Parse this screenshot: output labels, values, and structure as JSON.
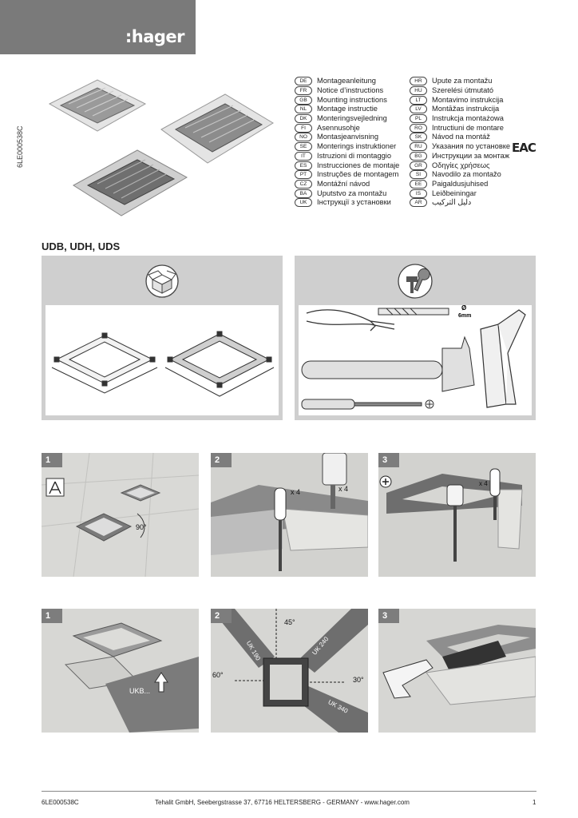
{
  "brand": {
    "logo_text": ":hager"
  },
  "document_code": "6LE000538C",
  "languages_left": [
    {
      "code": "DE",
      "label": "Montageanleitung"
    },
    {
      "code": "FR",
      "label": "Notice d’instructions"
    },
    {
      "code": "GB",
      "label": "Mounting instructions"
    },
    {
      "code": "NL",
      "label": "Montage instructie"
    },
    {
      "code": "DK",
      "label": "Monteringsvejledning"
    },
    {
      "code": "FI",
      "label": "Asennusohje"
    },
    {
      "code": "NO",
      "label": "Montasjeanvisning"
    },
    {
      "code": "SE",
      "label": "Monterings instruktioner"
    },
    {
      "code": "IT",
      "label": "Istruzioni di montaggio"
    },
    {
      "code": "ES",
      "label": "Instrucciones de montaje"
    },
    {
      "code": "PT",
      "label": "Instruções de montagem"
    },
    {
      "code": "CZ",
      "label": "Montážní návod"
    },
    {
      "code": "BA",
      "label": "Uputstvo za montažu"
    },
    {
      "code": "UK",
      "label": "Інструкції з установки"
    }
  ],
  "languages_right": [
    {
      "code": "HR",
      "label": "Upute za montažu"
    },
    {
      "code": "HU",
      "label": "Szerelési útmutató"
    },
    {
      "code": "LT",
      "label": "Montavimo instrukcija"
    },
    {
      "code": "LV",
      "label": "Montāžas instrukcija"
    },
    {
      "code": "PL",
      "label": "Instrukcja montażowa"
    },
    {
      "code": "RO",
      "label": "Intructiuni de montare"
    },
    {
      "code": "SK",
      "label": "Návod na montáž"
    },
    {
      "code": "RU",
      "label": "Указания по установке"
    },
    {
      "code": "BG",
      "label": "Инструкции за монтаж"
    },
    {
      "code": "GR",
      "label": "Οδηγίες χρήσεως"
    },
    {
      "code": "SI",
      "label": "Navodilo za montažo"
    },
    {
      "code": "EE",
      "label": "Paigaldusjuhised"
    },
    {
      "code": "IS",
      "label": "Leiðbeiningar"
    },
    {
      "code": "AR",
      "label": "دليل التركيب"
    }
  ],
  "certification_mark": "EAC",
  "product_title": "UDB, UDH, UDS",
  "tools": {
    "drill_size": "Ø",
    "drill_unit": "6mm"
  },
  "steps_row1": {
    "n1": "1",
    "n2": "2",
    "n3": "3",
    "angle": "90°",
    "count_screw": "x 4",
    "count_drill": "x 4",
    "count_screw3": "x 4"
  },
  "steps_row2": {
    "n1": "1",
    "n2": "2",
    "n3": "3",
    "duct_label": "UKB...",
    "angle_45": "45°",
    "angle_60": "60°",
    "angle_30": "30°",
    "duct_240": "UK 240",
    "duct_190": "UK 190",
    "duct_340": "UK 340"
  },
  "footer": {
    "code": "6LE000538C",
    "address": "Tehalit GmbH, Seebergstrasse 37, 67716 HELTERSBERG - GERMANY - www.hager.com",
    "page": "1"
  }
}
